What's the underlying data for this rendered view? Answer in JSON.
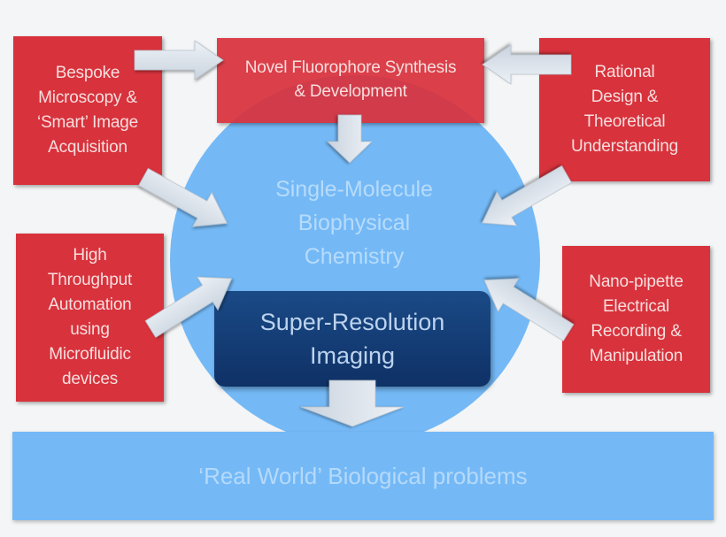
{
  "boxes": {
    "top_center": [
      "Novel Fluorophore Synthesis",
      "& Development"
    ],
    "top_left": [
      "Bespoke",
      "Microscopy &",
      "‘Smart’ Image",
      "Acquisition"
    ],
    "top_right": [
      "Rational",
      "Design &",
      "Theoretical",
      "Understanding"
    ],
    "bottom_left": [
      "High",
      "Throughput",
      "Automation",
      "using",
      "Microfluidic",
      "devices"
    ],
    "bottom_right": [
      "Nano-pipette",
      "Electrical",
      "Recording &",
      "Manipulation"
    ]
  },
  "center": [
    "Single-Molecule",
    "Biophysical",
    "Chemistry"
  ],
  "super_resolution": [
    "Super-Resolution",
    "Imaging"
  ],
  "bottom_bar": "‘Real World’ Biological problems",
  "colors": {
    "red_box": "#d8323c",
    "circle": "#74b9f6",
    "dark_box": "#123a72",
    "arrow_fill": "#dfe6f0"
  }
}
